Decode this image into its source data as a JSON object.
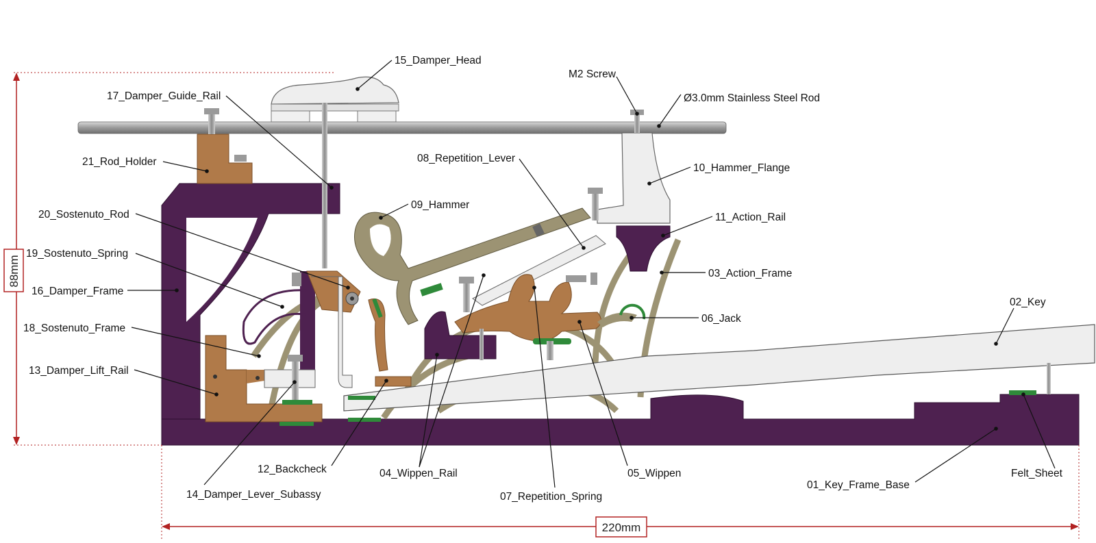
{
  "dimensions": {
    "height": "88mm",
    "width": "220mm"
  },
  "colors": {
    "frame_purple": "#4e2150",
    "beige": "#9c9373",
    "copper": "#b07a49",
    "white_part": "#eeeeee",
    "felt_green": "#2f8a3a",
    "dimension_red": "#b22222",
    "rod_gray": "#a7a7a7"
  },
  "labels": {
    "damper_head": "15_Damper_Head",
    "m2_screw": "M2 Screw",
    "steel_rod": "Ø3.0mm Stainless Steel Rod",
    "damper_guide_rail": "17_Damper_Guide_Rail",
    "rod_holder": "21_Rod_Holder",
    "repetition_lever": "08_Repetition_Lever",
    "hammer_flange": "10_Hammer_Flange",
    "hammer": "09_Hammer",
    "sostenuto_rod": "20_Sostenuto_Rod",
    "action_rail": "11_Action_Rail",
    "sostenuto_spring": "19_Sostenuto_Spring",
    "action_frame": "03_Action_Frame",
    "damper_frame": "16_Damper_Frame",
    "key": "02_Key",
    "jack": "06_Jack",
    "sostenuto_frame": "18_Sostenuto_Frame",
    "damper_lift_rail": "13_Damper_Lift_Rail",
    "backcheck": "12_Backcheck",
    "wippen_rail": "04_Wippen_Rail",
    "wippen": "05_Wippen",
    "key_frame_base": "01_Key_Frame_Base",
    "felt_sheet": "Felt_Sheet",
    "damper_lever_subassy": "14_Damper_Lever_Subassy",
    "repetition_spring": "07_Repetition_Spring"
  }
}
